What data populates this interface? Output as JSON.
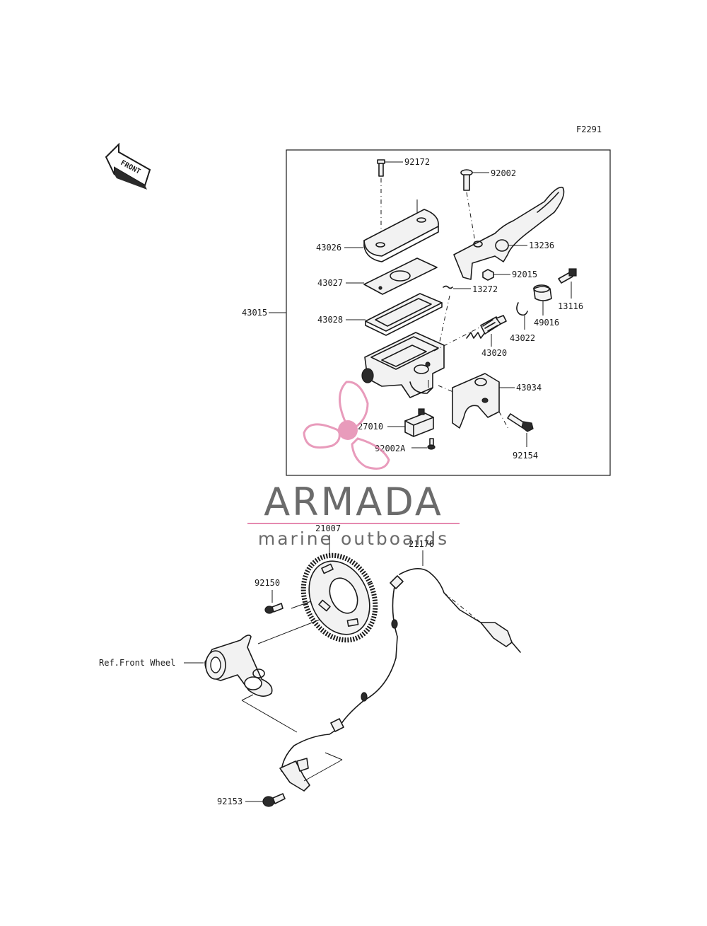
{
  "figure_code": "F2291",
  "front_label": "FRONT",
  "callouts": {
    "c92172": "92172",
    "c92002": "92002",
    "c43026": "43026",
    "c13236": "13236",
    "c92015": "92015",
    "c13116": "13116",
    "c43027": "43027",
    "c13272": "13272",
    "c43015": "43015",
    "c43028": "43028",
    "c49016": "49016",
    "c43022": "43022",
    "c43020": "43020",
    "c43034": "43034",
    "c27010": "27010",
    "c92002A": "92002A",
    "c92154": "92154",
    "c21007": "21007",
    "c21176": "21176",
    "c92150": "92150",
    "ref_front_wheel": "Ref.Front Wheel",
    "c92153": "92153"
  },
  "watermark": {
    "title": "ARMADA",
    "subtitle": "marine outboards",
    "logo_color": "#e58ab0",
    "text_color": "#6b6b6b"
  }
}
